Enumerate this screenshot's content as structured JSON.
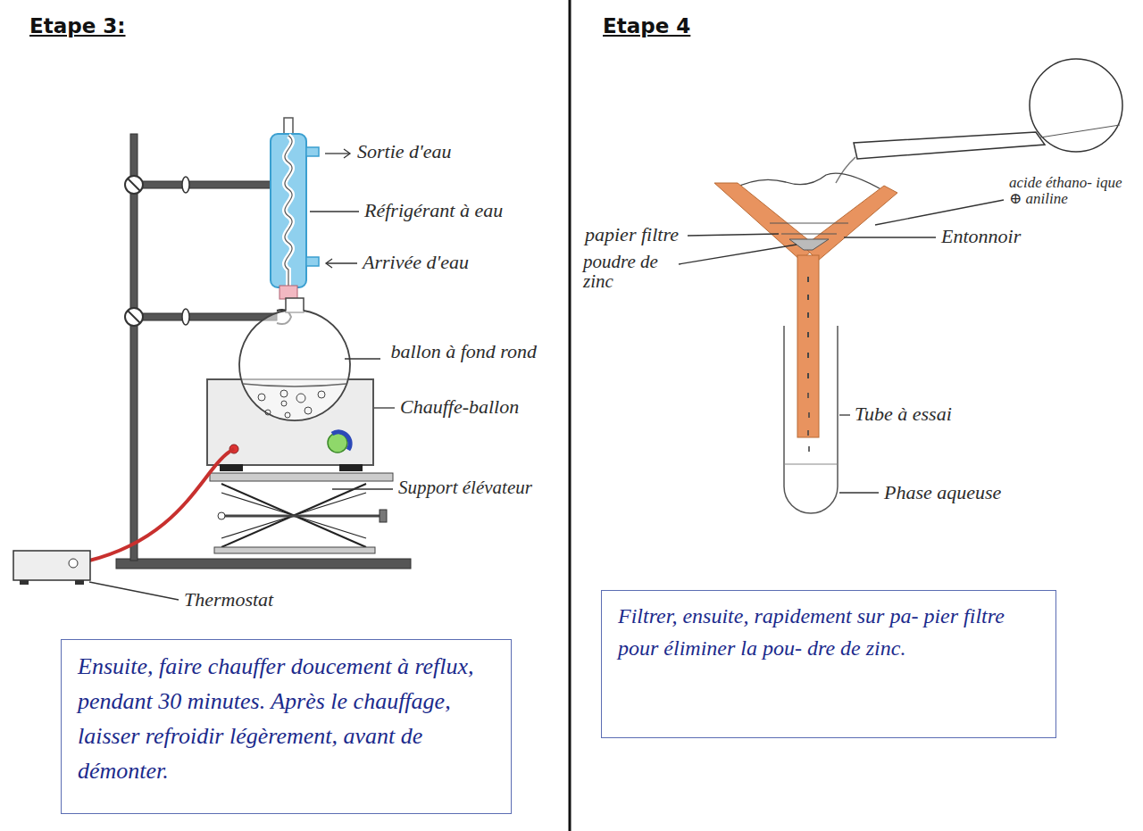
{
  "diagram": {
    "nodes": [
      {
        "text": [
          "Ensuite, faire chauffer doucement à reflux, pendant 30 minutes. Après le chauffage, laisser refroidir légèrement, avant de démonter."
        ]
      },
      {
        "text": [
          "Filtrer, ensuite, rapidement sur pa- pier filtre pour éliminer la pou- dre de zinc."
        ]
      }
    ],
    "labels": [
      "Etape 3:",
      "Etape 4",
      "Sortie d'eau",
      "Réfrigérant à eau",
      "Arrivée d'eau",
      "ballon à fond rond",
      "Chauffe-ballon",
      "Support élévateur",
      "Thermostat",
      "acide éthano- ique ⊕ aniline",
      "papier filtre",
      "Entonnoir",
      "poudre de zinc",
      "Tube à essai",
      "Phase aqueuse"
    ]
  }
}
